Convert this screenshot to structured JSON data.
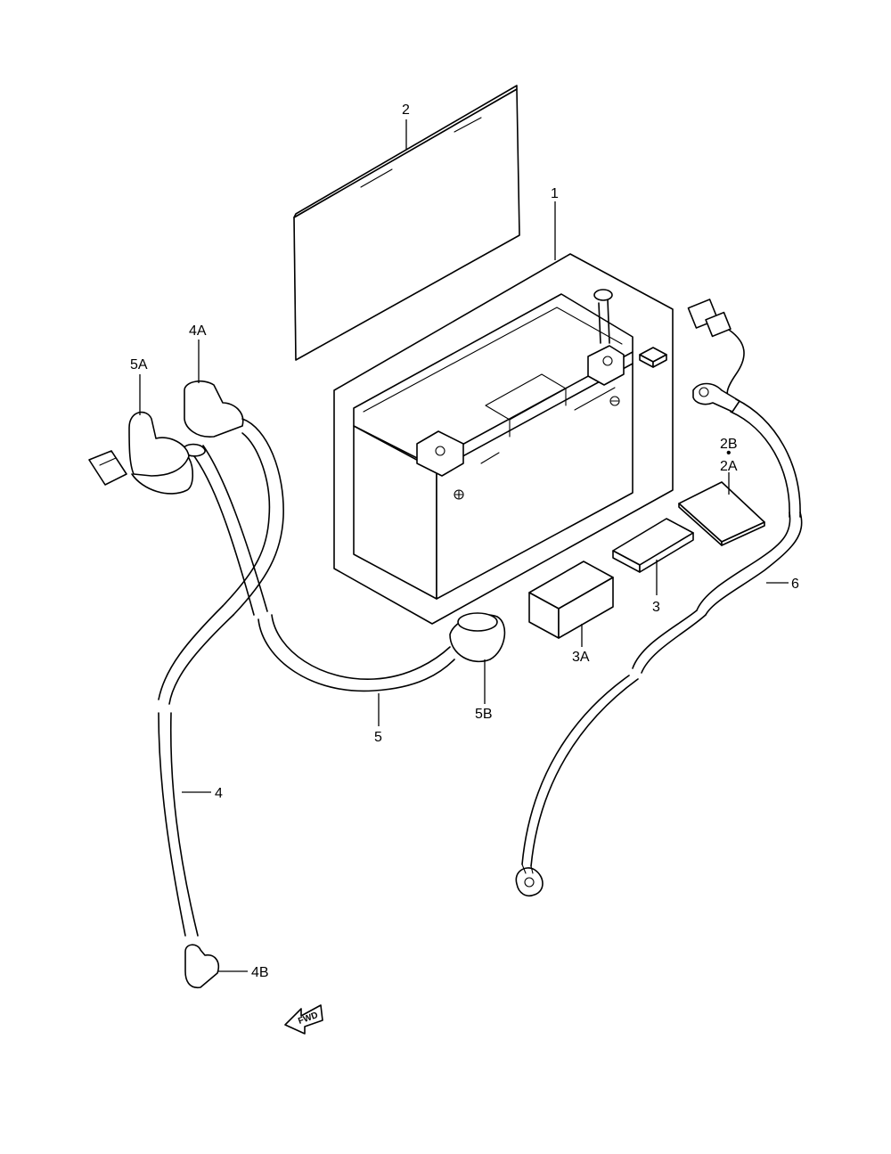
{
  "labels": {
    "p1": "1",
    "p2": "2",
    "p2A": "2A",
    "p2B": "2B",
    "p3": "3",
    "p3A": "3A",
    "p4": "4",
    "p4A": "4A",
    "p4B": "4B",
    "p5": "5",
    "p5A": "5A",
    "p5B": "5B",
    "p6": "6"
  },
  "fwd_arrow": {
    "text": "FWD",
    "icon": "forward-arrow-icon"
  },
  "colors": {
    "line": "#000000",
    "background": "#ffffff"
  }
}
